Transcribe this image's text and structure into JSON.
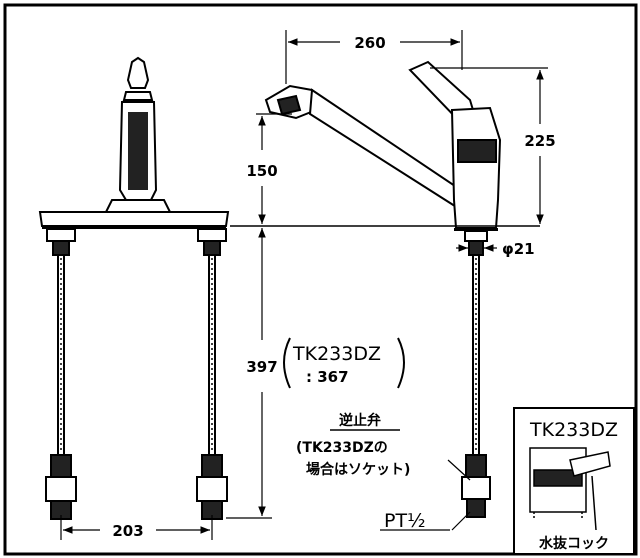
{
  "dimensions": {
    "spout_reach": "260",
    "body_height": "225",
    "spout_height": "150",
    "pipe_diameter": "φ21",
    "hose_length": "397",
    "hose_alt_model": "TK233DZ",
    "hose_alt_value": ": 367",
    "mount_spacing": "203"
  },
  "annotations": {
    "check_valve_title": "逆止弁",
    "check_valve_note_line1": "(TK233DZの",
    "check_valve_note_line2": "場合はソケット)",
    "thread_spec": "PT½"
  },
  "inset": {
    "model": "TK233DZ",
    "drain_cock_label": "水抜コック"
  }
}
